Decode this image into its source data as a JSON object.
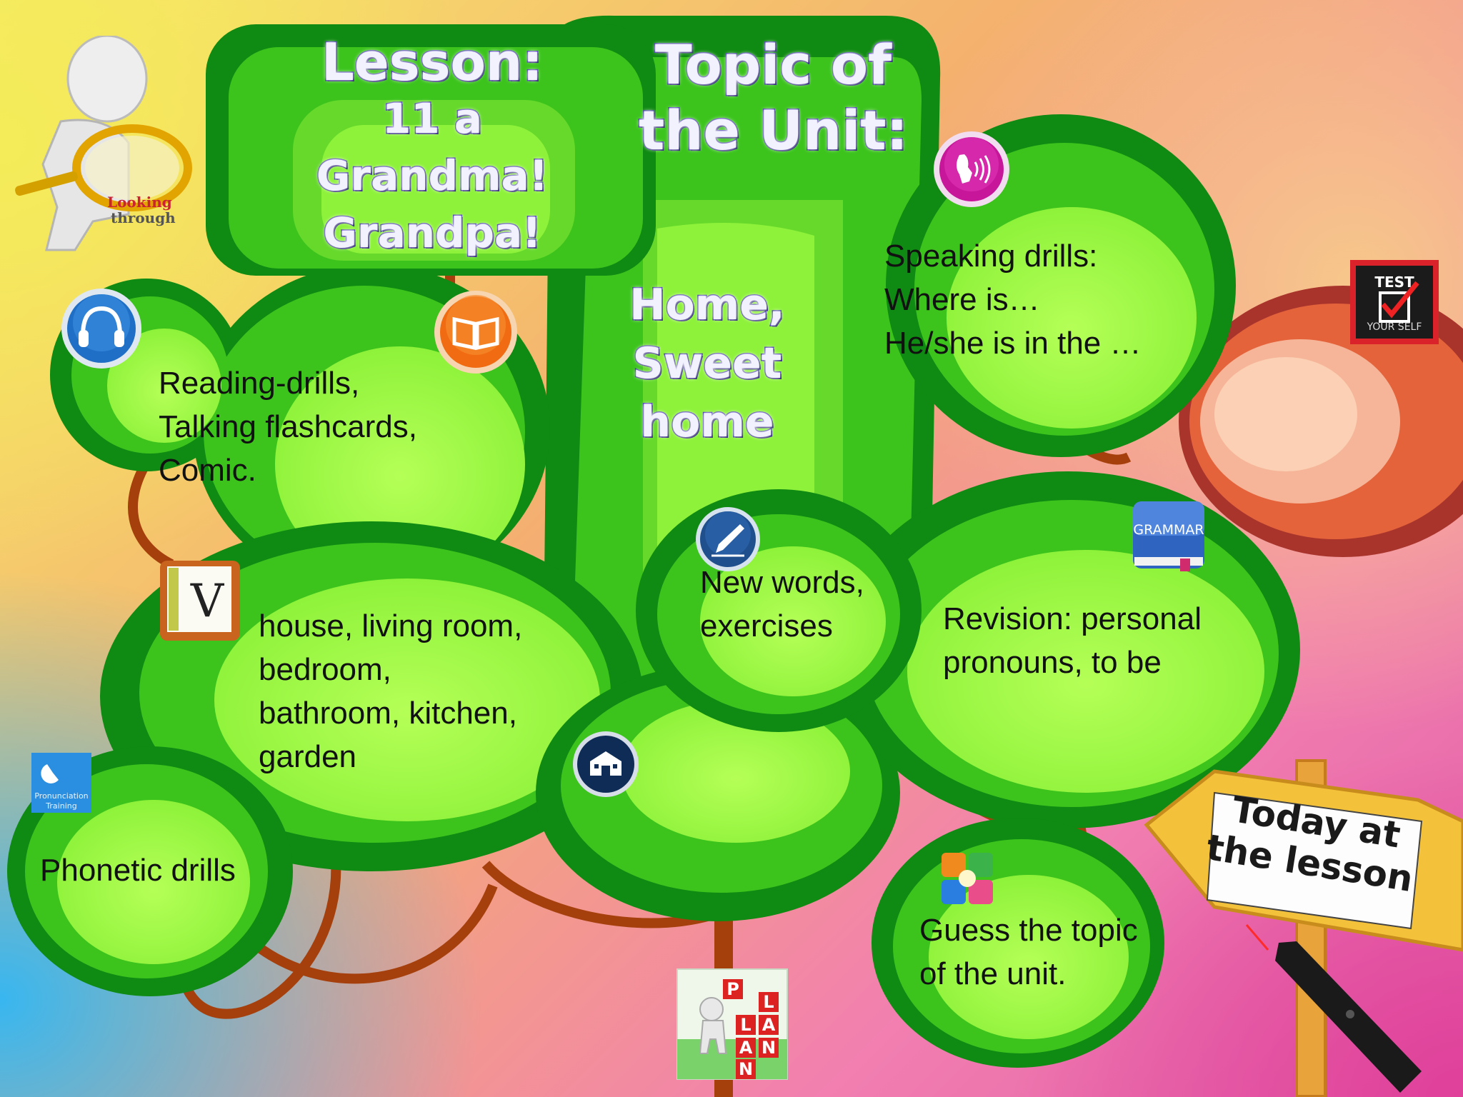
{
  "lesson": {
    "heading": "Lesson:",
    "title": "11 a\nGrandma!\nGrandpa!"
  },
  "unit": {
    "heading": "Topic of\nthe Unit:",
    "title": "Home,\nSweet\nhome"
  },
  "logo_text": "Looking through",
  "test_badge_text": "TEST YOUR SELF",
  "grammar_badge_text": "GRAMMAR",
  "pronunciation_badge_text": "Pronunciation Training",
  "plan_letters": "PLAN",
  "vocab_badge_letter": "V",
  "bubbles": {
    "reading": "Reading-drills,\nTalking flashcards,\nComic.",
    "speaking": "Speaking drills:\nWhere is…\nHe/she is in the …",
    "vocabulary": "house, living room,\nbedroom,\nbathroom, kitchen,\ngarden",
    "new_words": "New words,\nexercises",
    "revision": "Revision: personal\npronouns, to be",
    "phonetic": "Phonetic drills",
    "guess": "Guess the topic\nof the unit."
  },
  "sign": "Today at\nthe lesson",
  "colors": {
    "dark_green": "#0f8a12",
    "mid_green": "#3cc41d",
    "light_green": "#8ef23a",
    "title_outline": "#3a2aa8",
    "branch_brown": "#a5400d"
  },
  "icons": [
    "magnifier-figure-icon",
    "headphones-icon",
    "book-icon",
    "speaking-icon",
    "test-yourself-icon",
    "vocabulary-icon",
    "pen-icon",
    "grammar-book-icon",
    "school-icon",
    "pronunciation-icon",
    "guess-puzzle-icon",
    "plan-figure-icon",
    "laser-pointer-icon"
  ]
}
